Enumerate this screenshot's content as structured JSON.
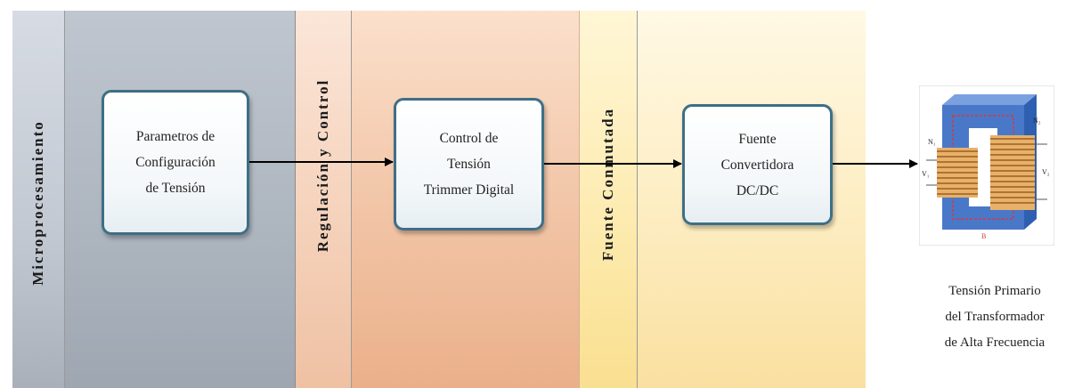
{
  "lanes": [
    {
      "label": "Microprocesamiento"
    },
    {
      "label": "Regulación y Control"
    },
    {
      "label": "Fuente Conmutada"
    }
  ],
  "blocks": [
    {
      "lines": [
        "Parametros de",
        "Configuración",
        "de Tensión"
      ]
    },
    {
      "lines": [
        "Control de",
        "Tensión",
        "Trimmer Digital"
      ]
    },
    {
      "lines": [
        "Fuente",
        "Convertidora",
        "DC/DC"
      ]
    }
  ],
  "transformer": {
    "labels": {
      "n1": "N₁",
      "n2": "N₂",
      "v1": "V₁",
      "v2": "V₂",
      "b": "B"
    }
  },
  "output_caption": {
    "lines": [
      "Tensión Primario",
      "del Transformador",
      "de Alta Frecuencia"
    ]
  },
  "colors": {
    "lane1": "#b3bac4",
    "lane2": "#f2c6a8",
    "lane3": "#fdebb0",
    "block_border": "#3e6f86",
    "core": "#4a78c8",
    "winding": "#c98a3c"
  }
}
